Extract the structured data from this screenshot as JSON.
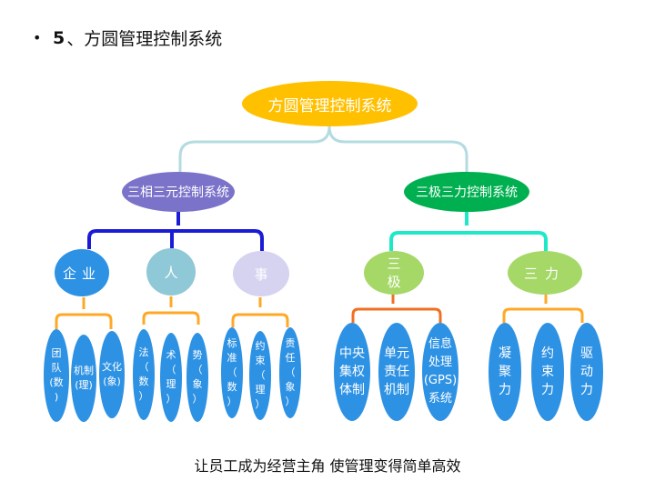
{
  "heading": {
    "bullet": "•",
    "number": "5",
    "title": "、方圆管理控制系统"
  },
  "root": {
    "label": "方圆管理控制系统"
  },
  "left_branch": {
    "label": "三相三元控制系统"
  },
  "right_branch": {
    "label": "三极三力控制系统"
  },
  "level2": {
    "qiye": "企业",
    "ren": "人",
    "shi": "事",
    "sanji_line1": "三",
    "sanji_line2": "极",
    "sanli": "三力"
  },
  "leaves": {
    "tuandui": [
      "团",
      "队",
      "(数",
      ")"
    ],
    "jizhi": [
      "机制",
      "(理)"
    ],
    "wenhua": [
      "文化",
      "(象)"
    ],
    "fa": [
      "法",
      "（",
      "数",
      "）"
    ],
    "shu": [
      "术",
      "（",
      "理",
      "）"
    ],
    "shi2": [
      "势",
      "（",
      "象",
      "）"
    ],
    "biaozhun": [
      "标",
      "准",
      "（",
      "数",
      "）"
    ],
    "yueshu": [
      "约",
      "束",
      "（",
      "理",
      "）"
    ],
    "zeren": [
      "责",
      "任",
      "（",
      "象",
      "）"
    ],
    "zhongyang": [
      "中央",
      "集权",
      "体制"
    ],
    "danyuan": [
      "单元",
      "责任",
      "机制"
    ],
    "xinxi": [
      "信息",
      "处理",
      "(GPS)",
      "系统"
    ],
    "ningju": [
      "凝",
      "聚",
      "力"
    ],
    "yueshuli": [
      "约",
      "束",
      "力"
    ],
    "qudong": [
      "驱",
      "动",
      "力"
    ]
  },
  "footer": {
    "text": "让员工成为经营主角  使管理变得简单高效"
  },
  "colors": {
    "root": "#ffc000",
    "left_branch": "#7b73c9",
    "right_branch": "#00b050",
    "root_connector": "#b4dbe2",
    "left_connector": "#1b1bd6",
    "right_connector": "#1ee8c8",
    "leaf_connector": "#ffa826",
    "right_leaf_connector": "#f07022",
    "leaf_fill": "#2e92e4"
  }
}
